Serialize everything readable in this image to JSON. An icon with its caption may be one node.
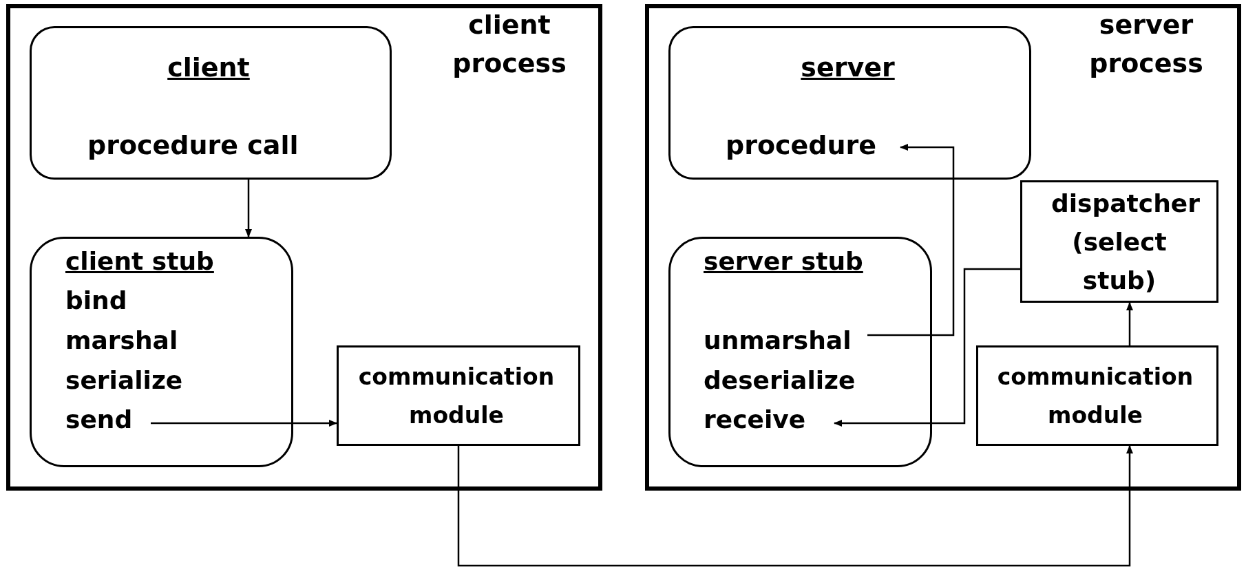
{
  "diagram": {
    "nodes": [
      {
        "text": [
          "client process"
        ]
      },
      {
        "text": [
          "client",
          "procedure call"
        ],
        "in": 0
      },
      {
        "text": [
          "client stub",
          "bind",
          "marshal",
          "serialize",
          "send"
        ],
        "in": 0
      },
      {
        "text": [
          "communication module"
        ],
        "in": 0
      },
      {
        "text": [
          "server process"
        ]
      },
      {
        "text": [
          "server",
          "procedure"
        ],
        "in": 4
      },
      {
        "text": [
          "dispatcher (select stub)"
        ],
        "in": 4
      },
      {
        "text": [
          "server stub",
          "unmarshal",
          "deserialize",
          "receive"
        ],
        "in": 4
      },
      {
        "text": [
          "communication module"
        ],
        "in": 4
      }
    ],
    "edges": [
      {
        "from": 1,
        "to": 2,
        "arrow": "to"
      },
      {
        "from": 2,
        "to": 3,
        "arrow": "to"
      },
      {
        "from": 3,
        "to": 8,
        "arrow": "to"
      },
      {
        "from": 8,
        "to": 6,
        "arrow": "to"
      },
      {
        "from": 6,
        "to": 7,
        "arrow": "to"
      },
      {
        "from": 7,
        "to": 5,
        "arrow": "to"
      }
    ]
  }
}
